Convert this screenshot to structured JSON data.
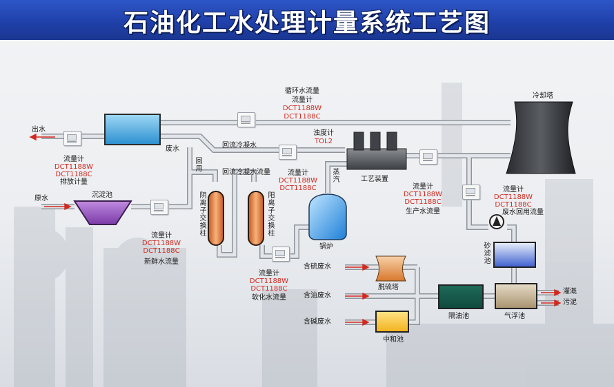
{
  "title": "石油化工水处理计量系统工艺图",
  "flows": {
    "outlet_water": "出水",
    "raw_water": "原水",
    "waste_water": "废水",
    "return_label": "回用",
    "return_condensate": "回流冷凝水",
    "return_condensate_flow": "回流冷凝水流量",
    "steam": "蒸汽",
    "sulfur_water": "含硫废水",
    "oil_water": "含油废水",
    "alkali_water": "含碱废水",
    "irrigation": "灌溉",
    "sludge": "污泥"
  },
  "equipment": {
    "cooling_tower": "冷却塔",
    "settling_tank": "沉淀池",
    "anion_column": "阴离子交换柱",
    "cation_column": "阳离子交换柱",
    "boiler": "锅炉",
    "process_unit": "工艺装置",
    "sand_filter": "砂滤池",
    "desulfur_tower": "脱硫塔",
    "neutral_tank": "中和池",
    "oil_separator": "隔油池",
    "flotation_tank": "气浮池"
  },
  "meters": {
    "circ": {
      "line1": "循环水流量",
      "line2": "流量计",
      "model1": "DCT1188W",
      "model2": "DCT1188C"
    },
    "discharge": {
      "line1": "流量计",
      "model1": "DCT1188W",
      "model2": "DCT1188C",
      "line2": "排放计量"
    },
    "return": {
      "line1": "流量计",
      "model1": "DCT1188W",
      "model2": "DCT1188C"
    },
    "turbidity": {
      "line1": "浊度计",
      "model1": "TOL2"
    },
    "fresh": {
      "line1": "流量计",
      "model1": "DCT1188W",
      "model2": "DCT1188C",
      "line2": "新鲜水流量"
    },
    "soft": {
      "line1": "流量计",
      "model1": "DCT1188W",
      "model2": "DCT1188C",
      "line2": "软化水流量"
    },
    "production": {
      "line1": "流量计",
      "model1": "DCT1188W",
      "model2": "DCT1188C",
      "line2": "生产水流量"
    },
    "reuse": {
      "line1": "流量计",
      "model1": "DCT1188W",
      "model2": "DCT1188C",
      "line2": "废水回用流量"
    }
  },
  "colors": {
    "banner": "#2442b0",
    "pipe": "#cfd3d8",
    "pipe_edge": "#8f949b",
    "model_text": "#d2281e",
    "arrow": "#d2281e"
  }
}
